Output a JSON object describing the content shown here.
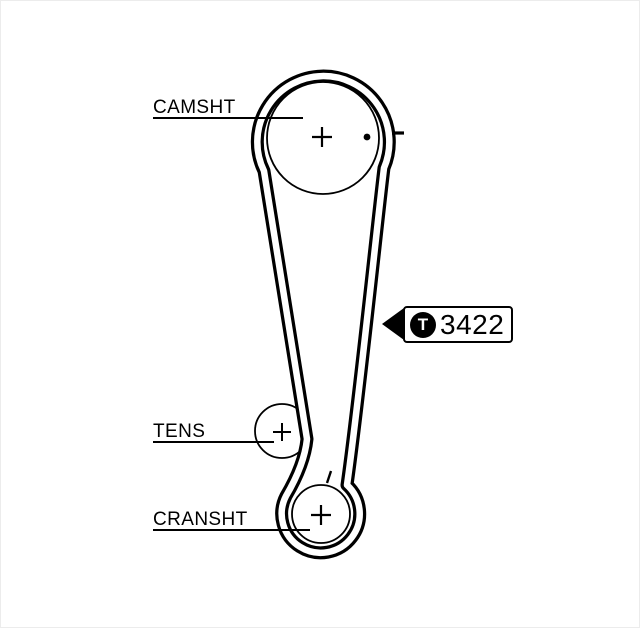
{
  "diagram": {
    "labels": {
      "camshaft": "CAMSHT",
      "tensioner": "TENS",
      "crankshaft": "CRANSHT"
    },
    "tag": {
      "letter": "T",
      "number": "3422"
    },
    "colors": {
      "line": "#000000",
      "background": "#ffffff"
    }
  }
}
